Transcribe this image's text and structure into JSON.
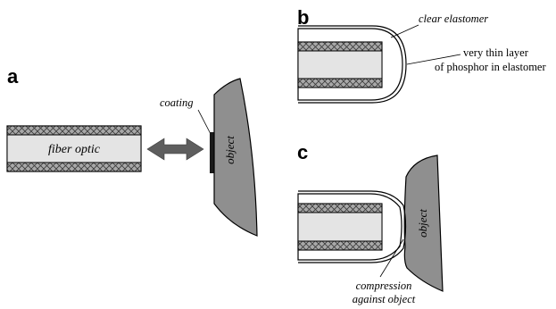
{
  "panels": {
    "a": {
      "label": "a",
      "fiber_label": "fiber optic",
      "coating_label": "coating",
      "object_label": "object"
    },
    "b": {
      "label": "b",
      "clear_elastomer_label": "clear elastomer",
      "phosphor_label_line1": "very thin layer",
      "phosphor_label_line2": "of phosphor in elastomer"
    },
    "c": {
      "label": "c",
      "object_label": "object",
      "compression_line1": "compression",
      "compression_line2": "against object"
    }
  },
  "colors": {
    "cladding_fill": "#a8a8a8",
    "core_fill": "#e4e4e4",
    "object_fill": "#8f8f8f",
    "arrow_fill": "#5e5e5e",
    "outline": "#000000"
  }
}
